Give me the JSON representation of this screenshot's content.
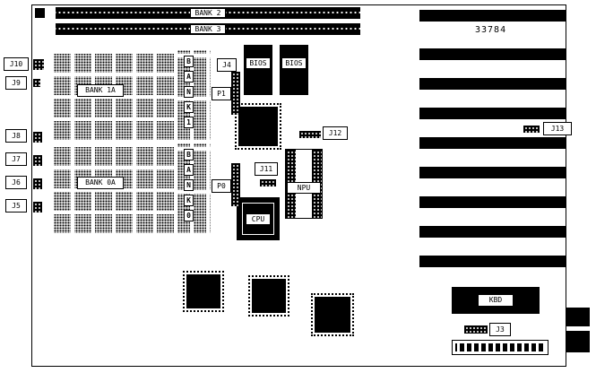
{
  "part_number": "33784",
  "memory_slots": {
    "bank2": "BANK 2",
    "bank3": "BANK 3"
  },
  "memory_banks": {
    "bank1a": "BANK 1A",
    "bank0a": "BANK 0A",
    "bank1_vertical": [
      "B",
      "A",
      "N",
      "K",
      "1"
    ],
    "bank0_vertical": [
      "B",
      "A",
      "N",
      "K",
      "0"
    ]
  },
  "chips": {
    "bios1": "BIOS",
    "bios2": "BIOS",
    "cpu": "CPU",
    "npu": "NPU",
    "kbd": "KBD"
  },
  "connectors": {
    "j3": "J3",
    "j4": "J4",
    "j5": "J5",
    "j6": "J6",
    "j7": "J7",
    "j8": "J8",
    "j9": "J9",
    "j10": "J10",
    "j11": "J11",
    "j12": "J12",
    "j13": "J13",
    "p0": "P0",
    "p1": "P1"
  },
  "colors": {
    "foreground": "#000000",
    "background": "#ffffff"
  }
}
